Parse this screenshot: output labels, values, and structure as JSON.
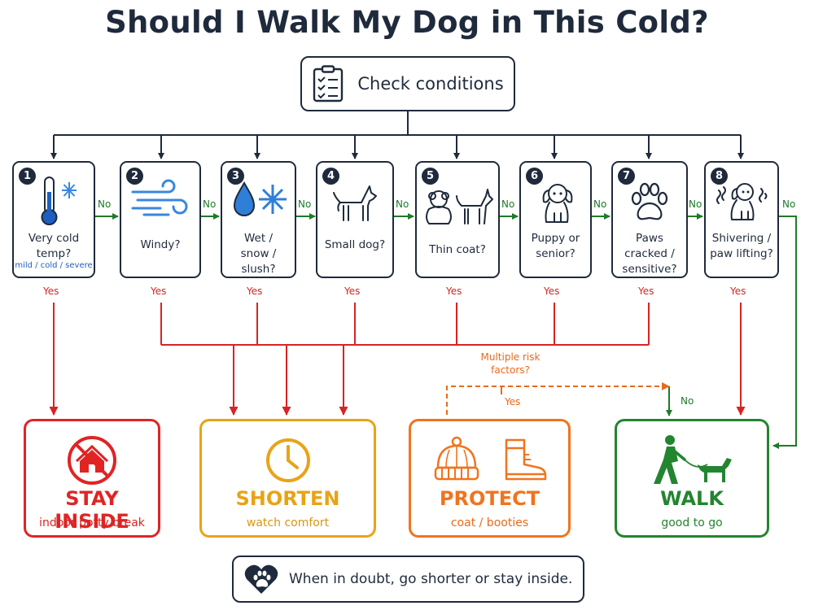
{
  "title": "Should I Walk My Dog in This Cold?",
  "root": {
    "label": "Check conditions",
    "icon": "clipboard-checklist-icon"
  },
  "questions": [
    {
      "num": "1",
      "line1": "Very cold",
      "line2": "temp?",
      "sub": "mild / cold / severe",
      "icon": "thermometer-snowflake-icon"
    },
    {
      "num": "2",
      "line1": "Windy?",
      "line2": "",
      "icon": "wind-icon"
    },
    {
      "num": "3",
      "line1": "Wet /",
      "line2": "snow / slush?",
      "icon": "water-drop-snowflake-icon"
    },
    {
      "num": "4",
      "line1": "Small dog?",
      "line2": "",
      "icon": "small-dog-icon"
    },
    {
      "num": "5",
      "line1": "Thin coat?",
      "line2": "",
      "icon": "two-dogs-icon"
    },
    {
      "num": "6",
      "line1": "Puppy or",
      "line2": "senior?",
      "icon": "puppy-icon"
    },
    {
      "num": "7",
      "line1": "Paws cracked /",
      "line2": "sensitive?",
      "icon": "paw-print-icon"
    },
    {
      "num": "8",
      "line1": "Shivering /",
      "line2": "paw lifting?",
      "icon": "shivering-dog-icon"
    }
  ],
  "labels": {
    "no": "No",
    "yes": "Yes",
    "multi_line1": "Multiple risk",
    "multi_line2": "factors?"
  },
  "outcomes": [
    {
      "title": "STAY INSIDE",
      "sub": "indoor potty break",
      "color": "#e02424",
      "icon": "no-house-icon"
    },
    {
      "title": "SHORTEN",
      "sub": "watch comfort",
      "color": "#e8a317",
      "icon": "clock-icon"
    },
    {
      "title": "PROTECT",
      "sub": "coat / booties",
      "color": "#f0741e",
      "icon": "beanie-boot-icon"
    },
    {
      "title": "WALK",
      "sub": "good to go",
      "color": "#22852f",
      "icon": "person-walking-dog-icon"
    }
  ],
  "footer": {
    "text": "When in doubt, go shorter or stay inside.",
    "icon": "heart-paw-icon"
  },
  "colors": {
    "dark": "#1f2a3c",
    "no": "#1f7a2a",
    "yes": "#d92323",
    "multi": "#e86a1a",
    "blue": "#1d5fc0"
  }
}
